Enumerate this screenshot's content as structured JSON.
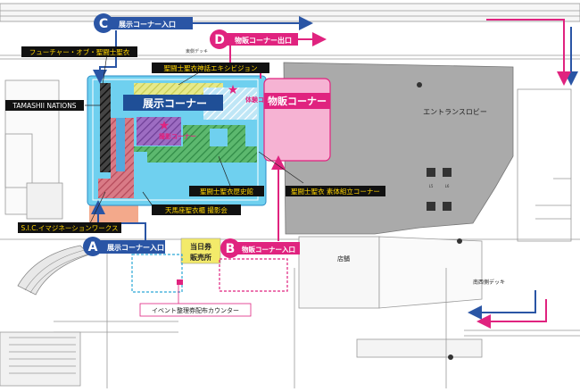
{
  "entrances": {
    "a": {
      "letter": "A",
      "text": "展示コーナー入口"
    },
    "b": {
      "letter": "B",
      "text": "物販コーナー入口"
    },
    "c": {
      "letter": "C",
      "text": "展示コーナー入口"
    },
    "d": {
      "letter": "D",
      "text": "物販コーナー出口"
    }
  },
  "zones": {
    "exhibition": "展示コーナー",
    "merch": "物販コーナー",
    "taiken": "体験コーナー",
    "photo": "撮影コーナー",
    "ticket": [
      "当日券",
      "販売所"
    ]
  },
  "labels": {
    "future": "フューチャー・オブ・聖闘士聖衣",
    "myth": "聖闘士聖衣神話エキシビジョン",
    "tamashii": "TAMASHII NATIONS",
    "sic": "S.I.C.イマジネーションワークス",
    "tenma": "天馬座聖衣櫃 撮影会",
    "history": "聖闘士聖衣歴史館",
    "sotai": "聖闘士聖衣 素体組立コーナー",
    "event": "イベント整理券配布カウンター"
  },
  "places": {
    "east_deck": "東側デッキ",
    "lobby": "エントランスロビー",
    "shop": "店舗",
    "south_deck": "南西側デッキ"
  },
  "colors": {
    "blue": "#2a55a5",
    "pink": "#e0237f",
    "exhibit_bg": "#6fd0ef",
    "merch_bg": "#f6b3d3",
    "ticket_bg": "#f3ea6a"
  }
}
